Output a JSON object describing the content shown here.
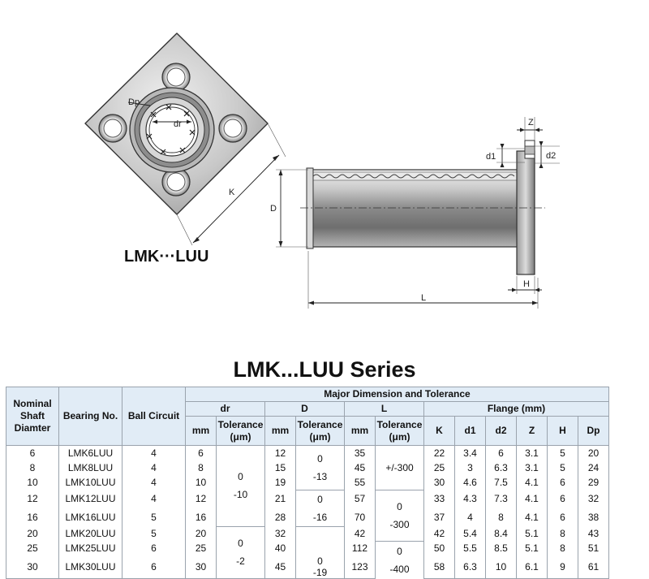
{
  "drawing": {
    "model_label": "LMK···LUU",
    "dims": {
      "Dp": "Dp",
      "dr": "dr",
      "K": "K",
      "D": "D",
      "L": "L",
      "H": "H",
      "Z": "Z",
      "d1": "d1",
      "d2": "d2"
    }
  },
  "series_title": "LMK...LUU Series",
  "table": {
    "headers": {
      "nominal_shaft": "Nominal Shaft Diamter",
      "bearing_no": "Bearing No.",
      "ball_circuit": "Ball Circuit",
      "major": "Major Dimension and Tolerance",
      "dr": "dr",
      "D": "D",
      "L": "L",
      "flange": "Flange (mm)",
      "mm": "mm",
      "tolerance": "Tolerance (μm)",
      "K": "K",
      "d1": "d1",
      "d2": "d2",
      "Z": "Z",
      "H": "H",
      "Dp": "Dp"
    },
    "rows": [
      {
        "shaft": "6",
        "bearing": "LMK6LUU",
        "circuit": "4",
        "dr": "6",
        "D": "12",
        "L": "35",
        "K": "22",
        "d1": "3.4",
        "d2": "6",
        "Z": "3.1",
        "H": "5",
        "Dp": "20"
      },
      {
        "shaft": "8",
        "bearing": "LMK8LUU",
        "circuit": "4",
        "dr": "8",
        "D": "15",
        "L": "45",
        "K": "25",
        "d1": "3",
        "d2": "6.3",
        "Z": "3.1",
        "H": "5",
        "Dp": "24"
      },
      {
        "shaft": "10",
        "bearing": "LMK10LUU",
        "circuit": "4",
        "dr": "10",
        "D": "19",
        "L": "55",
        "K": "30",
        "d1": "4.6",
        "d2": "7.5",
        "Z": "4.1",
        "H": "6",
        "Dp": "29"
      },
      {
        "shaft": "12",
        "bearing": "LMK12LUU",
        "circuit": "4",
        "dr": "12",
        "D": "21",
        "L": "57",
        "K": "33",
        "d1": "4.3",
        "d2": "7.3",
        "Z": "4.1",
        "H": "6",
        "Dp": "32"
      },
      {
        "shaft": "16",
        "bearing": "LMK16LUU",
        "circuit": "5",
        "dr": "16",
        "D": "28",
        "L": "70",
        "K": "37",
        "d1": "4",
        "d2": "8",
        "Z": "4.1",
        "H": "6",
        "Dp": "38"
      },
      {
        "shaft": "20",
        "bearing": "LMK20LUU",
        "circuit": "5",
        "dr": "20",
        "D": "32",
        "L": "42",
        "K": "42",
        "d1": "5.4",
        "d2": "8.4",
        "Z": "5.1",
        "H": "8",
        "Dp": "43"
      },
      {
        "shaft": "25",
        "bearing": "LMK25LUU",
        "circuit": "6",
        "dr": "25",
        "D": "40",
        "L": "112",
        "K": "50",
        "d1": "5.5",
        "d2": "8.5",
        "Z": "5.1",
        "H": "8",
        "Dp": "51"
      },
      {
        "shaft": "30",
        "bearing": "LMK30LUU",
        "circuit": "6",
        "dr": "30",
        "D": "45",
        "L": "123",
        "K": "58",
        "d1": "6.3",
        "d2": "10",
        "Z": "6.1",
        "H": "9",
        "Dp": "61"
      }
    ],
    "tolerances": {
      "dr": [
        {
          "upper": "0",
          "lower": "-10"
        },
        {
          "upper": "0",
          "lower": "-2"
        }
      ],
      "D": [
        {
          "upper": "0",
          "lower": "-13"
        },
        {
          "upper": "0",
          "lower": "-16"
        },
        {
          "upper": "0",
          "lower": "-19"
        }
      ],
      "L": [
        {
          "value": "+/-300"
        },
        {
          "upper": "0",
          "lower": "-300"
        },
        {
          "upper": "0",
          "lower": "-400"
        }
      ]
    }
  }
}
